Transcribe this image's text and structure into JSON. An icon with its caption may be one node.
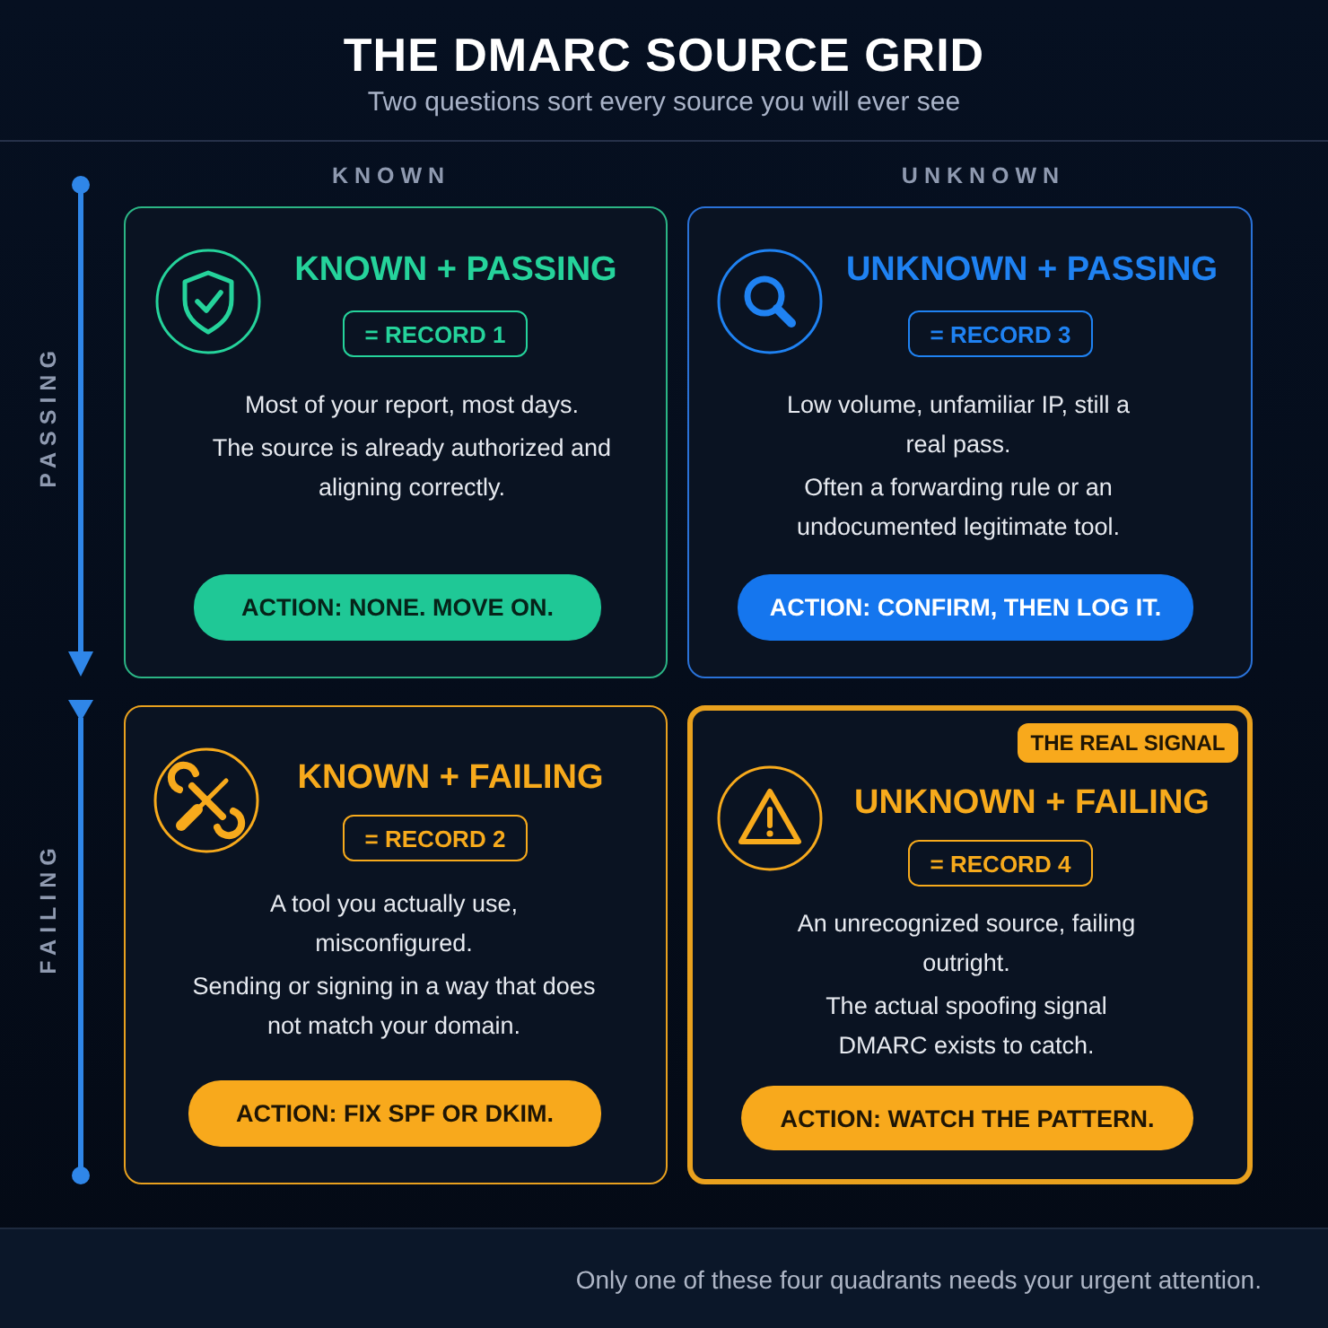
{
  "diagram": {
    "title": "THE DMARC SOURCE GRID",
    "nodes": [
      {
        "text": [
          "KNOWN + PASSING",
          "Most of your report, most days.",
          "The source is already authorized and aligning correctly."
        ]
      },
      {
        "text": [
          "= RECORD 1"
        ],
        "in": 0
      },
      {
        "text": [
          "ACTION: NONE. MOVE ON."
        ],
        "in": 0
      },
      {
        "text": [
          "UNKNOWN + PASSING",
          "Low volume, unfamiliar IP, still a real pass.",
          "Often a forwarding rule or an undocumented legitimate tool."
        ]
      },
      {
        "text": [
          "= RECORD 3"
        ],
        "in": 3
      },
      {
        "text": [
          "ACTION: CONFIRM, THEN LOG IT."
        ],
        "in": 3
      },
      {
        "text": [
          "KNOWN + FAILING",
          "A tool you actually use, misconfigured.",
          "Sending or signing in a way that does not match your domain."
        ]
      },
      {
        "text": [
          "= RECORD 2"
        ],
        "in": 6
      },
      {
        "text": [
          "ACTION: FIX SPF OR DKIM."
        ],
        "in": 6
      },
      {
        "text": [
          "UNKNOWN + FAILING",
          "An unrecognized source, failing outright.",
          "The actual spoofing signal DMARC exists to catch."
        ]
      },
      {
        "text": [
          "THE REAL SIGNAL"
        ],
        "in": 9
      },
      {
        "text": [
          "= RECORD 4"
        ],
        "in": 9
      },
      {
        "text": [
          "ACTION: WATCH THE PATTERN."
        ],
        "in": 9
      }
    ],
    "labels": [
      "Two questions sort every source you will ever see",
      "KNOWN",
      "UNKNOWN",
      "PASSING",
      "FAILING",
      "Only one of these four quadrants needs your urgent attention."
    ]
  }
}
